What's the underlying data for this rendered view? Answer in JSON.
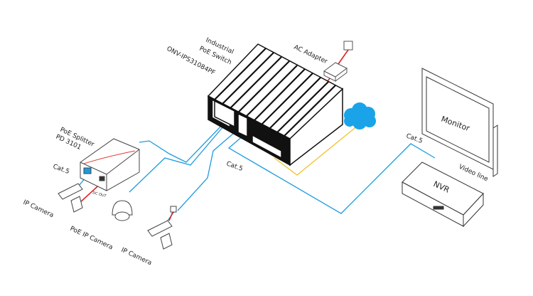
{
  "labels": {
    "switch_line1": "Industrial",
    "switch_line2": "PoE Switch",
    "switch_model": "ONV-IPS31084PF",
    "ac_adapter": "AC Adapter",
    "splitter_line1": "PoE Splitter",
    "splitter_line2": "PD 3101",
    "cat5_left": "Cat.5",
    "dc_out": "DC OUT",
    "ip_camera_left": "IP Camera",
    "poe_ip_camera": "PoE IP Camera",
    "ip_camera_right": "IP Camera",
    "cat5_center": "Cat.5",
    "cat5_right": "Cat.5",
    "monitor": "Monitor",
    "video_line": "Video line",
    "nvr": "NVR"
  },
  "colors": {
    "ethernet_cable": "#1a9be0",
    "power_cable": "#e02020",
    "fiber_cable": "#f2c230",
    "cloud": "#1aa3e8",
    "outline": "#111111"
  }
}
